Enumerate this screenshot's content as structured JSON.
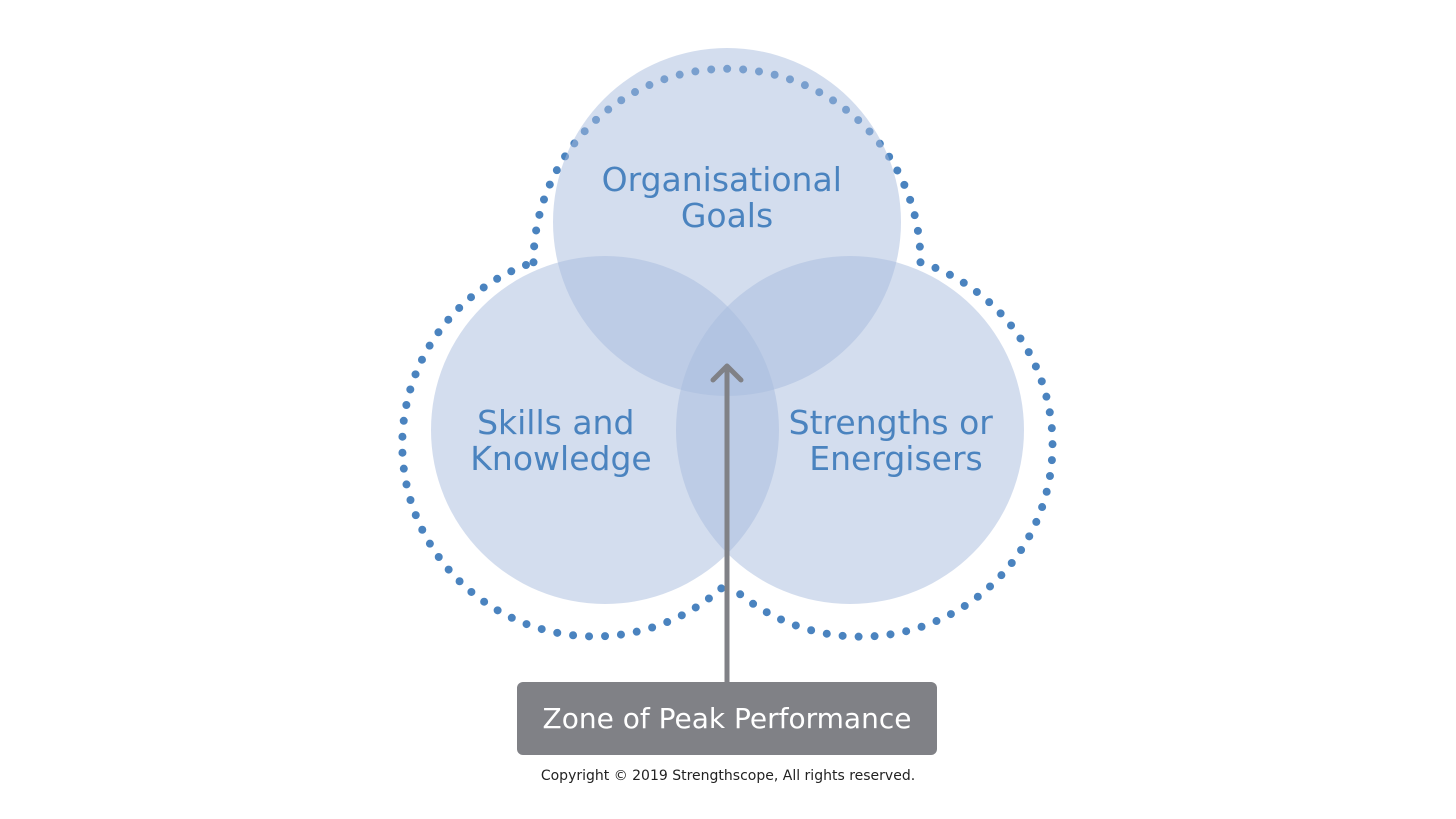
{
  "diagram": {
    "circles": [
      {
        "id": "top",
        "label_lines": [
          "Organisational",
          "Goals"
        ]
      },
      {
        "id": "left",
        "label_lines": [
          "Skills and",
          "Knowledge"
        ]
      },
      {
        "id": "right",
        "label_lines": [
          "Strengths or",
          "Energisers"
        ]
      }
    ],
    "zone": {
      "label": "Zone of Peak Performance"
    },
    "copyright": "Copyright © 2019 Strengthscope, All rights reserved."
  },
  "colors": {
    "circle_fill": "#a8bbdd",
    "dotted_outline": "#4a83bf",
    "label_text": "#4a83bf",
    "arrow": "#808186",
    "zone_box": "#808186",
    "zone_text": "#ffffff"
  },
  "icons": {
    "arrow": "arrow-up-icon"
  }
}
